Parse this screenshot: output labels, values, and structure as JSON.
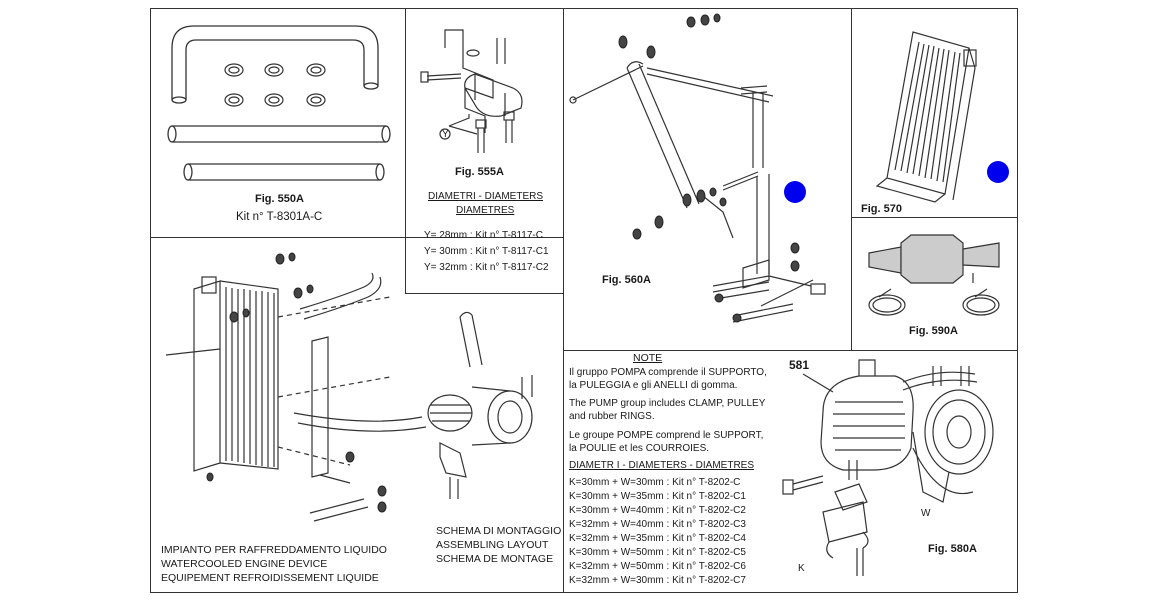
{
  "fig550": {
    "title": "Fig. 550A",
    "kit": "Kit n° T-8301A-C"
  },
  "fig555": {
    "title": "Fig. 555A",
    "diam_header": [
      "DIAMETRI - DIAMETERS",
      "DIAMETRES"
    ],
    "callout": "Y",
    "rows": [
      "Y= 28mm : Kit n° T-8117-C",
      "Y= 30mm : Kit n° T-8117-C1",
      "Y= 32mm : Kit n° T-8117-C2"
    ]
  },
  "fig560": {
    "title": "Fig. 560A"
  },
  "fig570": {
    "title": "Fig. 570"
  },
  "fig590": {
    "title": "Fig. 590A"
  },
  "main": {
    "caption": [
      "IMPIANTO PER RAFFREDDAMENTO LIQUIDO",
      "WATERCOOLED ENGINE DEVICE",
      "EQUIPEMENT REFROIDISSEMENT LIQUIDE"
    ],
    "schema": [
      "SCHEMA DI MONTAGGIO",
      "ASSEMBLING LAYOUT",
      "SCHEMA DE MONTAGE"
    ]
  },
  "note": {
    "heading": "NOTE",
    "lines": [
      "Il gruppo POMPA comprende il SUPPORTO,",
      "la PULEGGIA e gli ANELLI di gomma.",
      "The PUMP group includes CLAMP, PULLEY",
      "and rubber RINGS.",
      "Le groupe POMPE comprend le SUPPORT,",
      "la POULIE et les COURROIES."
    ],
    "diam_header": "DIAMETR I - DIAMETERS - DIAMETRES",
    "rows": [
      "K=30mm + W=30mm : Kit n° T-8202-C",
      "K=30mm + W=35mm : Kit n° T-8202-C1",
      "K=30mm + W=40mm : Kit n° T-8202-C2",
      "K=32mm + W=40mm : Kit n° T-8202-C3",
      "K=32mm + W=35mm : Kit n° T-8202-C4",
      "K=30mm + W=50mm : Kit n° T-8202-C5",
      "K=32mm + W=50mm : Kit n° T-8202-C6",
      "K=32mm + W=30mm : Kit n° T-8202-C7"
    ]
  },
  "fig580": {
    "title": "Fig. 580A",
    "part": "581",
    "callout_k": "K",
    "callout_w": "W"
  },
  "colors": {
    "marker": "#0000ee",
    "line": "#333333"
  }
}
